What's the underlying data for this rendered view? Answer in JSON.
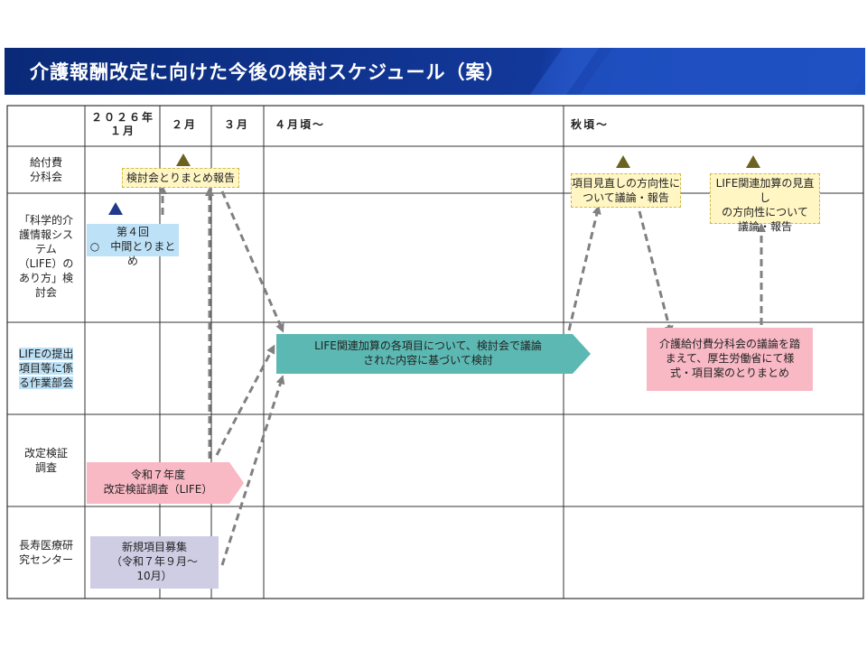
{
  "title": "介護報酬改定に向けた今後の検討スケジュール（案）",
  "header": {
    "col_2026_line1": "２０２６年",
    "col_2026_line2": "１月",
    "col_feb": "２月",
    "col_mar": "３月",
    "col_apr": "４月頃～",
    "col_autumn": "秋頃～"
  },
  "rows": {
    "kyufuhi_line1": "給付費",
    "kyufuhi_line2": "分科会",
    "life_line1": "「科学的介",
    "life_line2": "護情報シス",
    "life_line3": "テム",
    "life_line4": "（LIFE）の",
    "life_line5": "あり方」検",
    "life_line6": "討会",
    "working_line1": "LIFEの提出",
    "working_line2": "項目等に係",
    "working_line3": "る作業部会",
    "kaitei_line1": "改定検証",
    "kaitei_line2": "調査",
    "center_line1": "長寿医療研",
    "center_line2": "究センター"
  },
  "boxes": {
    "report_summary": "検討会とりまとめ報告",
    "meeting4_line1": "第４回",
    "meeting4_line2": "○　中間とりまとめ",
    "item_review_line1": "項目見直しの方向性に",
    "item_review_line2": "ついて議論・報告",
    "addition_review_line1": "LIFE関連加算の見直し",
    "addition_review_line2": "の方向性について",
    "addition_review_line3": "議論・報告",
    "main_arrow_line1": "LIFE関連加算の各項目について、検討会で議論",
    "main_arrow_line2": "された内容に基づいて検討",
    "final_line1": "介護給付費分科会の議論を踏",
    "final_line2": "まえて、厚生労働省にて様",
    "final_line3": "式・項目案のとりまとめ",
    "survey_line1": "令和７年度",
    "survey_line2": "改定検証調査（LIFE）",
    "recruit_line1": "新規項目募集",
    "recruit_line2": "（令和７年９月～",
    "recruit_line3": "10月）"
  },
  "colors": {
    "title_bg": "#12389a",
    "teal_arrow": "#5cb8b2",
    "pink_box": "#f8b8c4",
    "purple_box": "#cfcde4",
    "blue_box": "#bde1f6",
    "yellow_box": "#fff6c4",
    "dashed_arrow": "#808080"
  }
}
